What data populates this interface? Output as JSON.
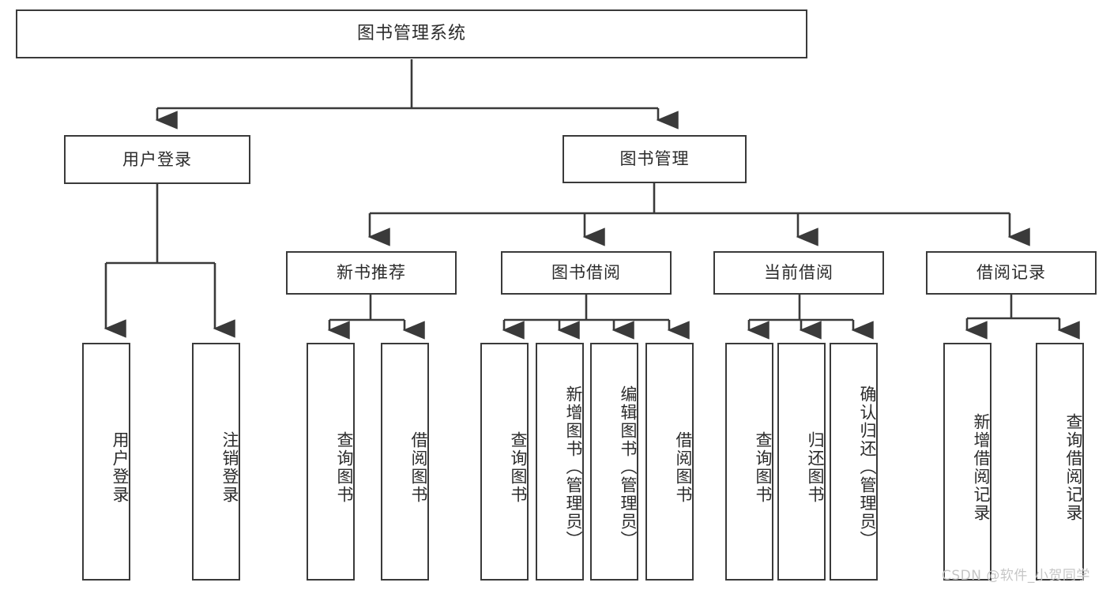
{
  "diagram": {
    "type": "tree-hierarchy",
    "title": "图书管理系统",
    "watermark": "CSDN @软件_小贺同学",
    "colors": {
      "box_border": "#3a3a3a",
      "box_fill": "#ffffff",
      "connector": "#3a3a3a",
      "text": "#2b2b2b",
      "watermark": "#c6c6c6",
      "background": "#ffffff"
    },
    "nodes": {
      "root": {
        "label": "图书管理系统"
      },
      "level2": [
        {
          "label": "用户登录"
        },
        {
          "label": "图书管理"
        }
      ],
      "level3": [
        {
          "label": "新书推荐"
        },
        {
          "label": "图书借阅"
        },
        {
          "label": "当前借阅"
        },
        {
          "label": "借阅记录"
        }
      ],
      "leaves": {
        "user_login": [
          {
            "label": "用户登录"
          },
          {
            "label": "注销登录"
          }
        ],
        "new_book_recommend": [
          {
            "label": "查询图书"
          },
          {
            "label": "借阅图书"
          }
        ],
        "book_borrow": [
          {
            "label": "查询图书"
          },
          {
            "label": "新增图书（管理员）"
          },
          {
            "label": "编辑图书（管理员）"
          },
          {
            "label": "借阅图书"
          }
        ],
        "current_borrow": [
          {
            "label": "查询图书"
          },
          {
            "label": "归还图书"
          },
          {
            "label": "确认归还（管理员）"
          }
        ],
        "borrow_record": [
          {
            "label": "新增借阅记录"
          },
          {
            "label": "查询借阅记录"
          }
        ]
      }
    }
  }
}
